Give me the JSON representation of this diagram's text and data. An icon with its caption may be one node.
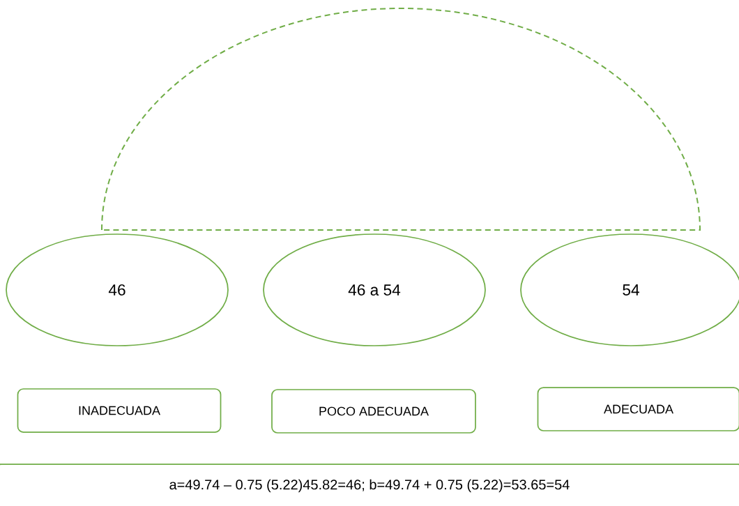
{
  "diagram": {
    "nodes": [
      {
        "text": [
          "46"
        ]
      },
      {
        "text": [
          "46 a 54"
        ]
      },
      {
        "text": [
          "54"
        ]
      },
      {
        "text": [
          "INADECUADA"
        ]
      },
      {
        "text": [
          "POCO ADECUADA"
        ]
      },
      {
        "text": [
          "ADECUADA"
        ]
      },
      {
        "text": [
          "a=49.74 – 0.75 (5.22)45.82=46; b=49.74 + 0.75 (5.22)=53.65=54"
        ]
      }
    ]
  }
}
